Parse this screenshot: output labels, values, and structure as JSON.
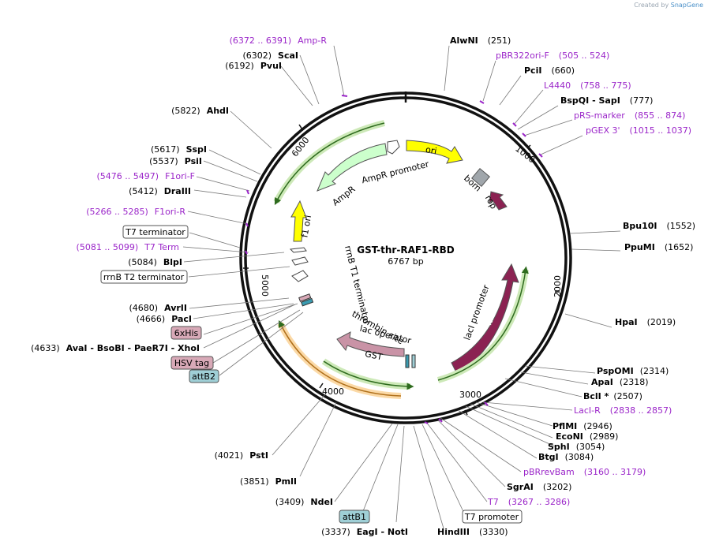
{
  "credit": {
    "prefix": "Created by",
    "brand": "SnapGene"
  },
  "map": {
    "title": "GST-thr-RAF1-RBD",
    "subtitle": "6767 bp"
  },
  "ticks": [
    "1000",
    "2000",
    "3000",
    "4000",
    "5000",
    "6000"
  ],
  "features": {
    "ori": "ori",
    "bom": "bom",
    "rop": "rop",
    "lacI": "lacI",
    "lacI_promoter": "lacI promoter",
    "GST": "GST",
    "lac_operator": "lac operator",
    "thrombin_site": "thrombin site",
    "rrnB_T1": "rrnB T1 terminator",
    "f1_ori": "f1 ori",
    "AmpR": "AmpR",
    "AmpR_promoter": "AmpR promoter"
  },
  "sites_right": [
    {
      "name": "AlwNI",
      "pos": "(251)"
    },
    {
      "name": "pBR322ori-F",
      "pos": "(505 .. 524)",
      "primer": true
    },
    {
      "name": "PciI",
      "pos": "(660)"
    },
    {
      "name": "L4440",
      "pos": "(758 .. 775)",
      "primer": true
    },
    {
      "name": "BspQI - SapI",
      "pos": "(777)"
    },
    {
      "name": "pRS-marker",
      "pos": "(855 .. 874)",
      "primer": true
    },
    {
      "name": "pGEX 3'",
      "pos": "(1015 .. 1037)",
      "primer": true
    },
    {
      "name": "Bpu10I",
      "pos": "(1552)"
    },
    {
      "name": "PpuMI",
      "pos": "(1652)"
    },
    {
      "name": "HpaI",
      "pos": "(2019)"
    },
    {
      "name": "PspOMI",
      "pos": "(2314)"
    },
    {
      "name": "ApaI",
      "pos": "(2318)"
    },
    {
      "name": "BclI *",
      "pos": "(2507)"
    },
    {
      "name": "LacI-R",
      "pos": "(2838 .. 2857)",
      "primer": true
    },
    {
      "name": "PflMI",
      "pos": "(2946)"
    },
    {
      "name": "EcoNI",
      "pos": "(2989)"
    },
    {
      "name": "SphI",
      "pos": "(3054)"
    },
    {
      "name": "BtgI",
      "pos": "(3084)"
    },
    {
      "name": "pBRrevBam",
      "pos": "(3160 .. 3179)",
      "primer": true
    },
    {
      "name": "SgrAI",
      "pos": "(3202)"
    },
    {
      "name": "T7",
      "pos": "(3267 .. 3286)",
      "primer": true
    },
    {
      "name": "HindIII",
      "pos": "(3330)"
    }
  ],
  "sites_left": [
    {
      "name": "Amp-R",
      "pos": "(6372 .. 6391)",
      "primer": true
    },
    {
      "name": "ScaI",
      "pos": "(6302)"
    },
    {
      "name": "PvuI",
      "pos": "(6192)"
    },
    {
      "name": "AhdI",
      "pos": "(5822)"
    },
    {
      "name": "SspI",
      "pos": "(5617)"
    },
    {
      "name": "PsiI",
      "pos": "(5537)"
    },
    {
      "name": "F1ori-F",
      "pos": "(5476 .. 5497)",
      "primer": true
    },
    {
      "name": "DraIII",
      "pos": "(5412)"
    },
    {
      "name": "F1ori-R",
      "pos": "(5266 .. 5285)",
      "primer": true
    },
    {
      "name": "T7 Term",
      "pos": "(5081 .. 5099)",
      "primer": true
    },
    {
      "name": "BlpI",
      "pos": "(5084)"
    },
    {
      "name": "AvrII",
      "pos": "(4680)"
    },
    {
      "name": "PacI",
      "pos": "(4666)"
    },
    {
      "name": "AvaI - BsoBI - PaeR7I - XhoI",
      "pos": "(4633)"
    },
    {
      "name": "PstI",
      "pos": "(4021)"
    },
    {
      "name": "PmlI",
      "pos": "(3851)"
    },
    {
      "name": "NdeI",
      "pos": "(3409)"
    },
    {
      "name": "EagI - NotI",
      "pos": "(3337)"
    }
  ],
  "boxes": {
    "t7_terminator": "T7 terminator",
    "rrnb_t2": "rrnB T2 terminator",
    "his6": "6xHis",
    "hsv": "HSV tag",
    "attb2": "attB2",
    "attb1": "attB1",
    "t7_promoter": "T7 promoter"
  },
  "colors": {
    "ori": "#ffff00",
    "lacI": "#8b2252",
    "GST": "#c993a6",
    "AmpR": "#ccffcc",
    "f1ori": "#ffff00",
    "bom": "#a0a6ab",
    "rop": "#8b2252",
    "primer": "#9b26c9",
    "orf_green": "#7dba42",
    "orf_orange": "#f2b35a",
    "tag_pink": "#d8a9b7",
    "tag_teal": "#9fcfd6"
  }
}
